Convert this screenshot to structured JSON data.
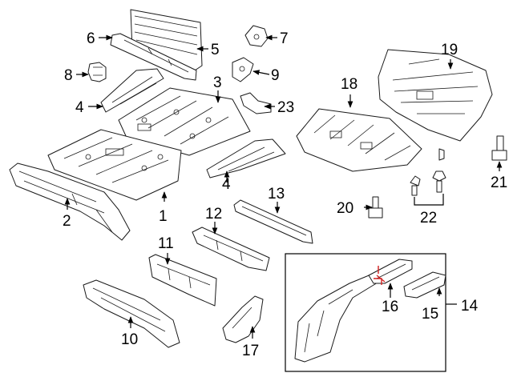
{
  "diagram": {
    "callouts": [
      {
        "id": "c1",
        "label": "1"
      },
      {
        "id": "c2",
        "label": "2"
      },
      {
        "id": "c3",
        "label": "3"
      },
      {
        "id": "c4a",
        "label": "4"
      },
      {
        "id": "c4b",
        "label": "4"
      },
      {
        "id": "c5",
        "label": "5"
      },
      {
        "id": "c6",
        "label": "6"
      },
      {
        "id": "c7",
        "label": "7"
      },
      {
        "id": "c8",
        "label": "8"
      },
      {
        "id": "c9",
        "label": "9"
      },
      {
        "id": "c10",
        "label": "10"
      },
      {
        "id": "c11",
        "label": "11"
      },
      {
        "id": "c12",
        "label": "12"
      },
      {
        "id": "c13",
        "label": "13"
      },
      {
        "id": "c14",
        "label": "14"
      },
      {
        "id": "c15",
        "label": "15"
      },
      {
        "id": "c16",
        "label": "16"
      },
      {
        "id": "c17",
        "label": "17"
      },
      {
        "id": "c18",
        "label": "18"
      },
      {
        "id": "c19",
        "label": "19"
      },
      {
        "id": "c20",
        "label": "20"
      },
      {
        "id": "c21",
        "label": "21"
      },
      {
        "id": "c22",
        "label": "22"
      },
      {
        "id": "c23",
        "label": "23"
      }
    ],
    "colors": {
      "line": "#1a1a1a",
      "highlight": "#d22020",
      "background": "#ffffff"
    }
  }
}
